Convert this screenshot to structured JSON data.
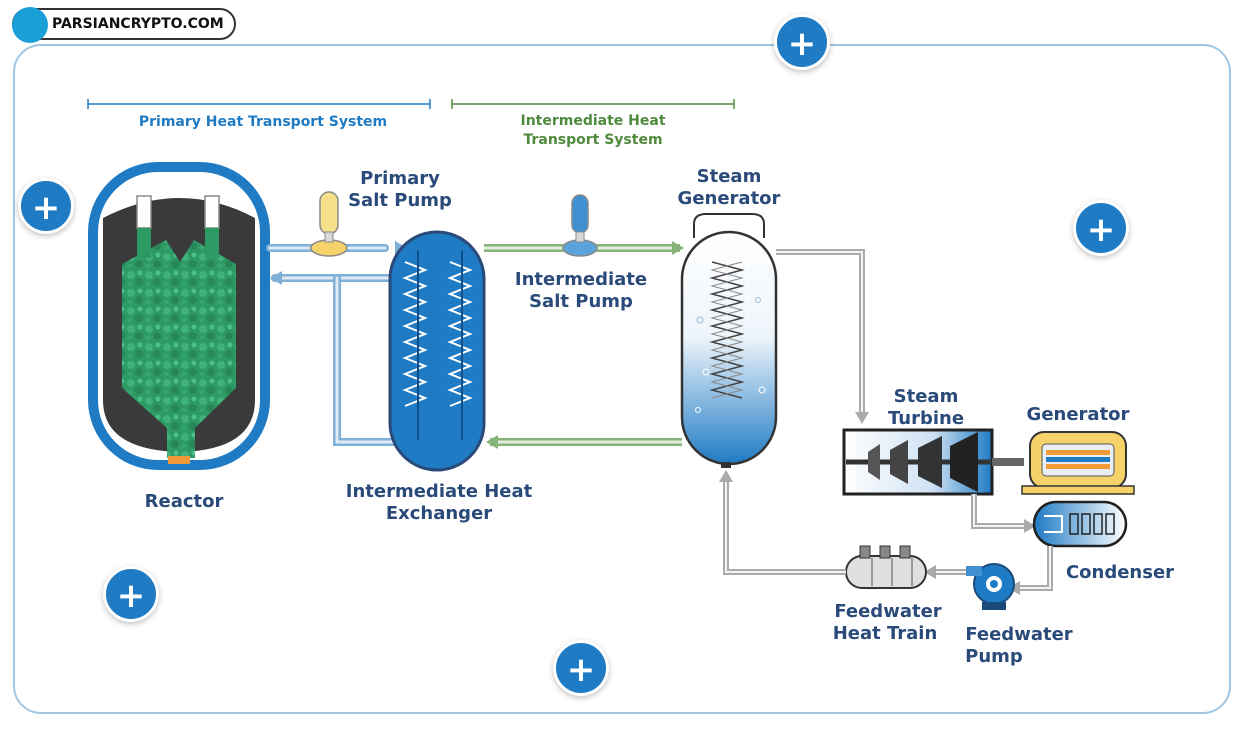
{
  "logo": {
    "text": "PARSIANCRYPTO.COM"
  },
  "plus_symbol": "+",
  "systems": {
    "primary": "Primary Heat Transport System",
    "intermediate_line1": "Intermediate Heat",
    "intermediate_line2": "Transport System"
  },
  "labels": {
    "reactor": "Reactor",
    "primary_pump_1": "Primary",
    "primary_pump_2": "Salt Pump",
    "ihx_1": "Intermediate Heat",
    "ihx_2": "Exchanger",
    "int_pump_1": "Intermediate",
    "int_pump_2": "Salt Pump",
    "sg_1": "Steam",
    "sg_2": "Generator",
    "turbine_1": "Steam",
    "turbine_2": "Turbine",
    "generator": "Generator",
    "condenser": "Condenser",
    "fw_pump_1": "Feedwater",
    "fw_pump_2": "Pump",
    "fw_heat_1": "Feedwater",
    "fw_heat_2": "Heat Train"
  },
  "colors": {
    "primary_blue": "#1f7bc4",
    "intermediate_green": "#4f8a3d",
    "label_navy": "#2a4a7a",
    "pebble_green": "#2e9a63"
  }
}
